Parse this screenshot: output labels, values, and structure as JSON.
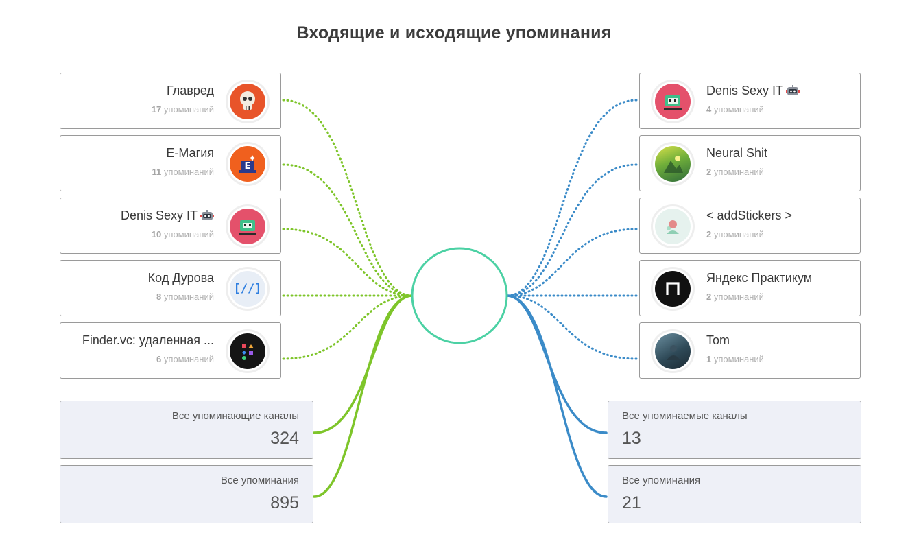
{
  "title": "Входящие и исходящие упоминания",
  "colors": {
    "incoming": "#7ec52a",
    "outgoing": "#3b8bc8",
    "center_ring": "#4cd1a4"
  },
  "incoming": [
    {
      "name": "Главред",
      "count": "17",
      "count_label": "упоминаний",
      "icon": "skull-avatar-icon"
    },
    {
      "name": "E-Магия",
      "count": "11",
      "count_label": "упоминаний",
      "icon": "magic-hat-avatar-icon"
    },
    {
      "name": "Denis Sexy IT",
      "count": "10",
      "count_label": "упоминаний",
      "icon": "robot-avatar-icon"
    },
    {
      "name": "Код Дурова",
      "count": "8",
      "count_label": "упоминаний",
      "icon": "code-brackets-avatar-icon"
    },
    {
      "name": "Finder.vc: удаленная ...",
      "count": "6",
      "count_label": "упоминаний",
      "icon": "shapes-avatar-icon"
    }
  ],
  "outgoing": [
    {
      "name": "Denis Sexy IT",
      "count": "4",
      "count_label": "упоминаний",
      "icon": "robot-avatar-icon"
    },
    {
      "name": "Neural Shit",
      "count": "2",
      "count_label": "упоминаний",
      "icon": "landscape-avatar-icon"
    },
    {
      "name": "< addStickers >",
      "count": "2",
      "count_label": "упоминаний",
      "icon": "sticker-avatar-icon"
    },
    {
      "name": "Яндекс Практикум",
      "count": "2",
      "count_label": "упоминаний",
      "icon": "practicum-logo-icon"
    },
    {
      "name": "Tom",
      "count": "1",
      "count_label": "упоминаний",
      "icon": "photo-avatar-icon"
    }
  ],
  "stats_left": [
    {
      "label": "Все упоминающие каналы",
      "value": "324"
    },
    {
      "label": "Все упоминания",
      "value": "895"
    }
  ],
  "stats_right": [
    {
      "label": "Все упоминаемые каналы",
      "value": "13"
    },
    {
      "label": "Все упоминания",
      "value": "21"
    }
  ]
}
